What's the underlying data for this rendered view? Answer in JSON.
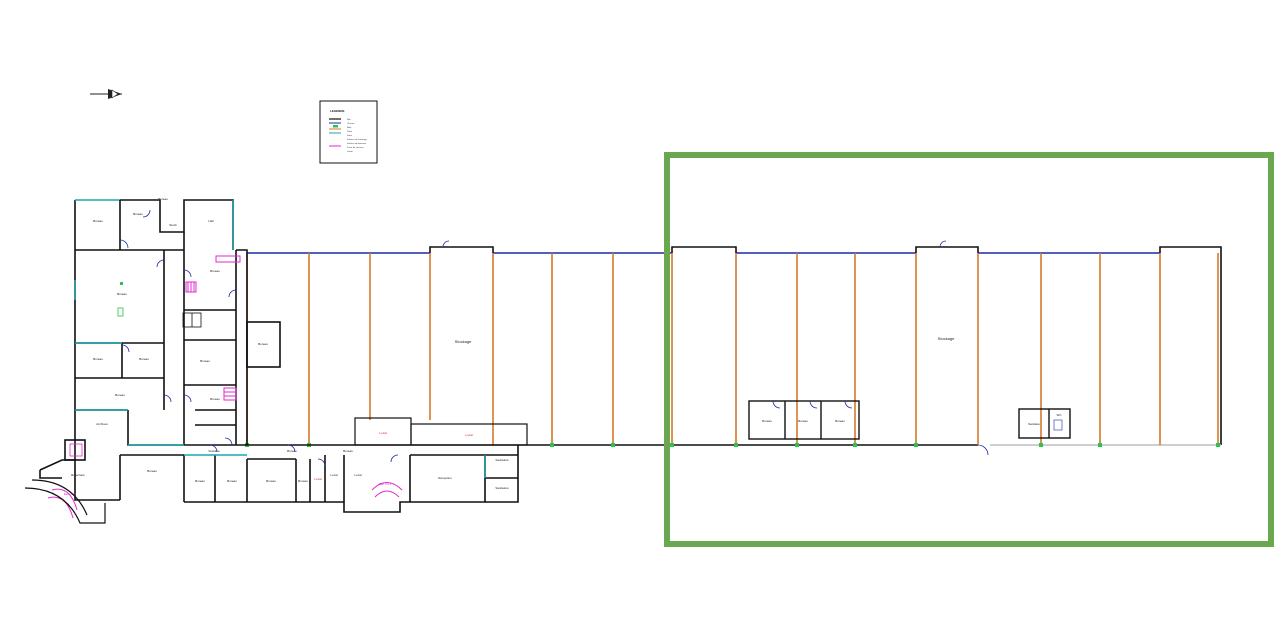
{
  "legend": {
    "title": "LEGENDE",
    "items": [
      "Mur",
      "Cloison",
      "Baie",
      "Porte",
      "Zone",
      "Surface de stockage",
      "Surface de bureaux",
      "Issue de secours",
      "Limite"
    ]
  },
  "warehouse": {
    "left_label": "Stockage",
    "right_label": "Stockage",
    "highlight_color": "#6aa84f"
  },
  "offices": {
    "right_group": [
      "Bureau",
      "Bureau",
      "Bureau"
    ],
    "sanitary": [
      "Sanitaire",
      "WC"
    ]
  },
  "left_wing": {
    "rooms": [
      "Bureau",
      "Bureau",
      "Stock",
      "Hall",
      "Bureau",
      "Bureau",
      "Bureau",
      "Bureau",
      "Archives",
      "Bureau",
      "Bureau",
      "Bureau",
      "Réfectoire",
      "Bureau",
      "Bureau",
      "Bureau",
      "Bureau",
      "Bureau",
      "Bureau",
      "Vestiaire",
      "Bureau",
      "Bureau",
      "Local",
      "Local",
      "Réception",
      "Sanitaires",
      "Sanitaires",
      "Bureau"
    ],
    "stair_labels": [
      "Esc. R+1",
      "Esc. R+1"
    ],
    "red_labels": [
      "Local",
      "Local",
      "Local"
    ]
  },
  "colors": {
    "wall": "#111111",
    "glazing": "#1a2aa8",
    "partition": "#d4782a",
    "stairs": "#e02ad0",
    "door": "#1a2aa8",
    "teal": "#1aa6b0"
  }
}
